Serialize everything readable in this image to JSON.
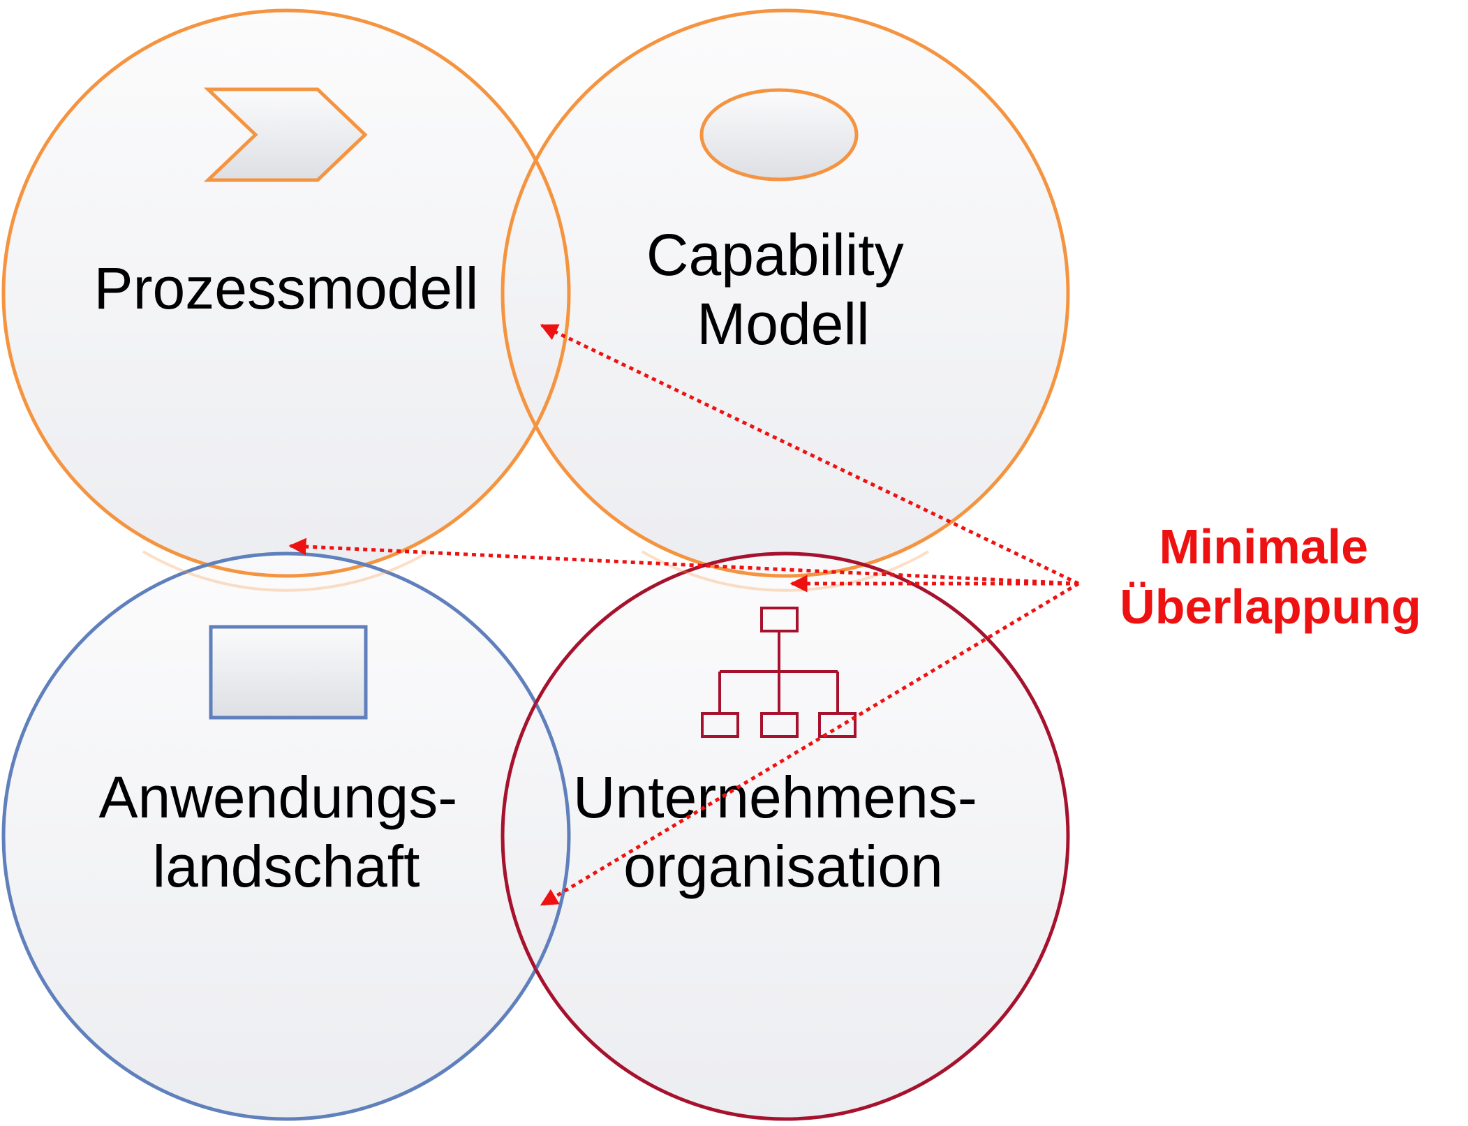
{
  "colors": {
    "orange": "#F59440",
    "blue": "#5F80BC",
    "crimson": "#A6122E",
    "callout_red": "#EE1111",
    "fill_top": "#FBFBFC",
    "fill_bottom": "#E9EAEE"
  },
  "circles": [
    {
      "id": "prozessmodell",
      "label_lines": [
        "Prozessmodell"
      ],
      "icon": "chevron-process-icon",
      "border_color_key": "orange"
    },
    {
      "id": "capability",
      "label_lines": [
        "Capability",
        "Modell"
      ],
      "icon": "ellipse-capability-icon",
      "border_color_key": "orange"
    },
    {
      "id": "anwendungslandschaft",
      "label_lines": [
        "Anwendungs-",
        "landschaft"
      ],
      "icon": "rectangle-application-icon",
      "border_color_key": "blue"
    },
    {
      "id": "unternehmensorganisation",
      "label_lines": [
        "Unternehmens-",
        "organisation"
      ],
      "icon": "org-chart-icon",
      "border_color_key": "crimson"
    }
  ],
  "callout": {
    "lines": [
      "Minimale",
      "Überlappung"
    ]
  }
}
